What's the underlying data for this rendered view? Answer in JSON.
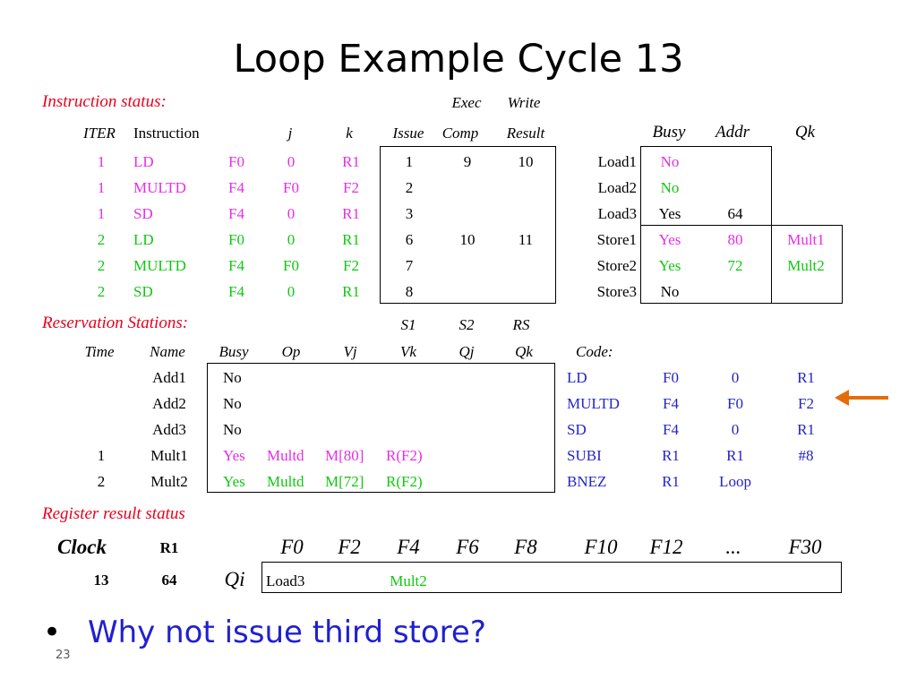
{
  "slide": {
    "title": "Loop Example Cycle 13",
    "bullet_symbol": "•",
    "bullet_text": "Why not issue third store?",
    "page_number": "23"
  },
  "colors": {
    "red": "#e8001c",
    "magenta": "#e62ee6",
    "green": "#11c711",
    "blue": "#2424c8",
    "arrow": "#e46c0a"
  },
  "instruction_status": {
    "section_title": "Instruction status:",
    "header_top": {
      "exec": "Exec",
      "write": "Write"
    },
    "headers": [
      "ITER",
      "Instruction",
      "j",
      "k",
      "Issue",
      "Comp",
      "Result"
    ],
    "rows": [
      {
        "iter": "1",
        "op": "LD",
        "dest": "F0",
        "j": "0",
        "k": "R1",
        "issue": "1",
        "comp": "9",
        "result": "10",
        "color": "magenta"
      },
      {
        "iter": "1",
        "op": "MULTD",
        "dest": "F4",
        "j": "F0",
        "k": "F2",
        "issue": "2",
        "comp": "",
        "result": "",
        "color": "magenta"
      },
      {
        "iter": "1",
        "op": "SD",
        "dest": "F4",
        "j": "0",
        "k": "R1",
        "issue": "3",
        "comp": "",
        "result": "",
        "color": "magenta"
      },
      {
        "iter": "2",
        "op": "LD",
        "dest": "F0",
        "j": "0",
        "k": "R1",
        "issue": "6",
        "comp": "10",
        "result": "11",
        "color": "green"
      },
      {
        "iter": "2",
        "op": "MULTD",
        "dest": "F4",
        "j": "F0",
        "k": "F2",
        "issue": "7",
        "comp": "",
        "result": "",
        "color": "green"
      },
      {
        "iter": "2",
        "op": "SD",
        "dest": "F4",
        "j": "0",
        "k": "R1",
        "issue": "8",
        "comp": "",
        "result": "",
        "color": "green"
      }
    ]
  },
  "load_store": {
    "headers": {
      "busy": "Busy",
      "addr": "Addr",
      "qk": "Qk"
    },
    "rows": [
      {
        "name": "Load1",
        "busy": "No",
        "addr": "",
        "qk": "",
        "busy_color": "magenta",
        "val_color": "black"
      },
      {
        "name": "Load2",
        "busy": "No",
        "addr": "",
        "qk": "",
        "busy_color": "green",
        "val_color": "black"
      },
      {
        "name": "Load3",
        "busy": "Yes",
        "addr": "64",
        "qk": "",
        "busy_color": "black",
        "val_color": "black"
      },
      {
        "name": "Store1",
        "busy": "Yes",
        "addr": "80",
        "qk": "Mult1",
        "busy_color": "magenta",
        "val_color": "magenta"
      },
      {
        "name": "Store2",
        "busy": "Yes",
        "addr": "72",
        "qk": "Mult2",
        "busy_color": "green",
        "val_color": "green"
      },
      {
        "name": "Store3",
        "busy": "No",
        "addr": "",
        "qk": "",
        "busy_color": "black",
        "val_color": "black"
      }
    ]
  },
  "reservation_stations": {
    "section_title": "Reservation Stations:",
    "header_top": {
      "s1": "S1",
      "s2": "S2",
      "rs": "RS"
    },
    "headers": [
      "Time",
      "Name",
      "Busy",
      "Op",
      "Vj",
      "Vk",
      "Qj",
      "Qk"
    ],
    "code_label": "Code:",
    "rows": [
      {
        "time": "",
        "name": "Add1",
        "busy": "No",
        "op": "",
        "vj": "",
        "vk": "",
        "color": "black"
      },
      {
        "time": "",
        "name": "Add2",
        "busy": "No",
        "op": "",
        "vj": "",
        "vk": "",
        "color": "black"
      },
      {
        "time": "",
        "name": "Add3",
        "busy": "No",
        "op": "",
        "vj": "",
        "vk": "",
        "color": "black"
      },
      {
        "time": "1",
        "name": "Mult1",
        "busy": "Yes",
        "op": "Multd",
        "vj": "M[80]",
        "vk": "R(F2)",
        "color": "magenta"
      },
      {
        "time": "2",
        "name": "Mult2",
        "busy": "Yes",
        "op": "Multd",
        "vj": "M[72]",
        "vk": "R(F2)",
        "color": "green"
      }
    ],
    "code": [
      {
        "op": "LD",
        "a": "F0",
        "b": "0",
        "c": "R1"
      },
      {
        "op": "MULTD",
        "a": "F4",
        "b": "F0",
        "c": "F2"
      },
      {
        "op": "SD",
        "a": "F4",
        "b": "0",
        "c": "R1"
      },
      {
        "op": "SUBI",
        "a": "R1",
        "b": "R1",
        "c": "#8"
      },
      {
        "op": "BNEZ",
        "a": "R1",
        "b": "Loop",
        "c": ""
      }
    ]
  },
  "register_status": {
    "section_title": "Register result status",
    "clock_label": "Clock",
    "r1_label": "R1",
    "clock_value": "13",
    "r1_value": "64",
    "qi_label": "Qi",
    "registers": [
      "F0",
      "F2",
      "F4",
      "F6",
      "F8",
      "F10",
      "F12",
      "...",
      "F30"
    ],
    "qi_values": {
      "F0": "Load3",
      "F4": "Mult2"
    },
    "qi_colors": {
      "F0": "black",
      "F4": "green"
    }
  }
}
